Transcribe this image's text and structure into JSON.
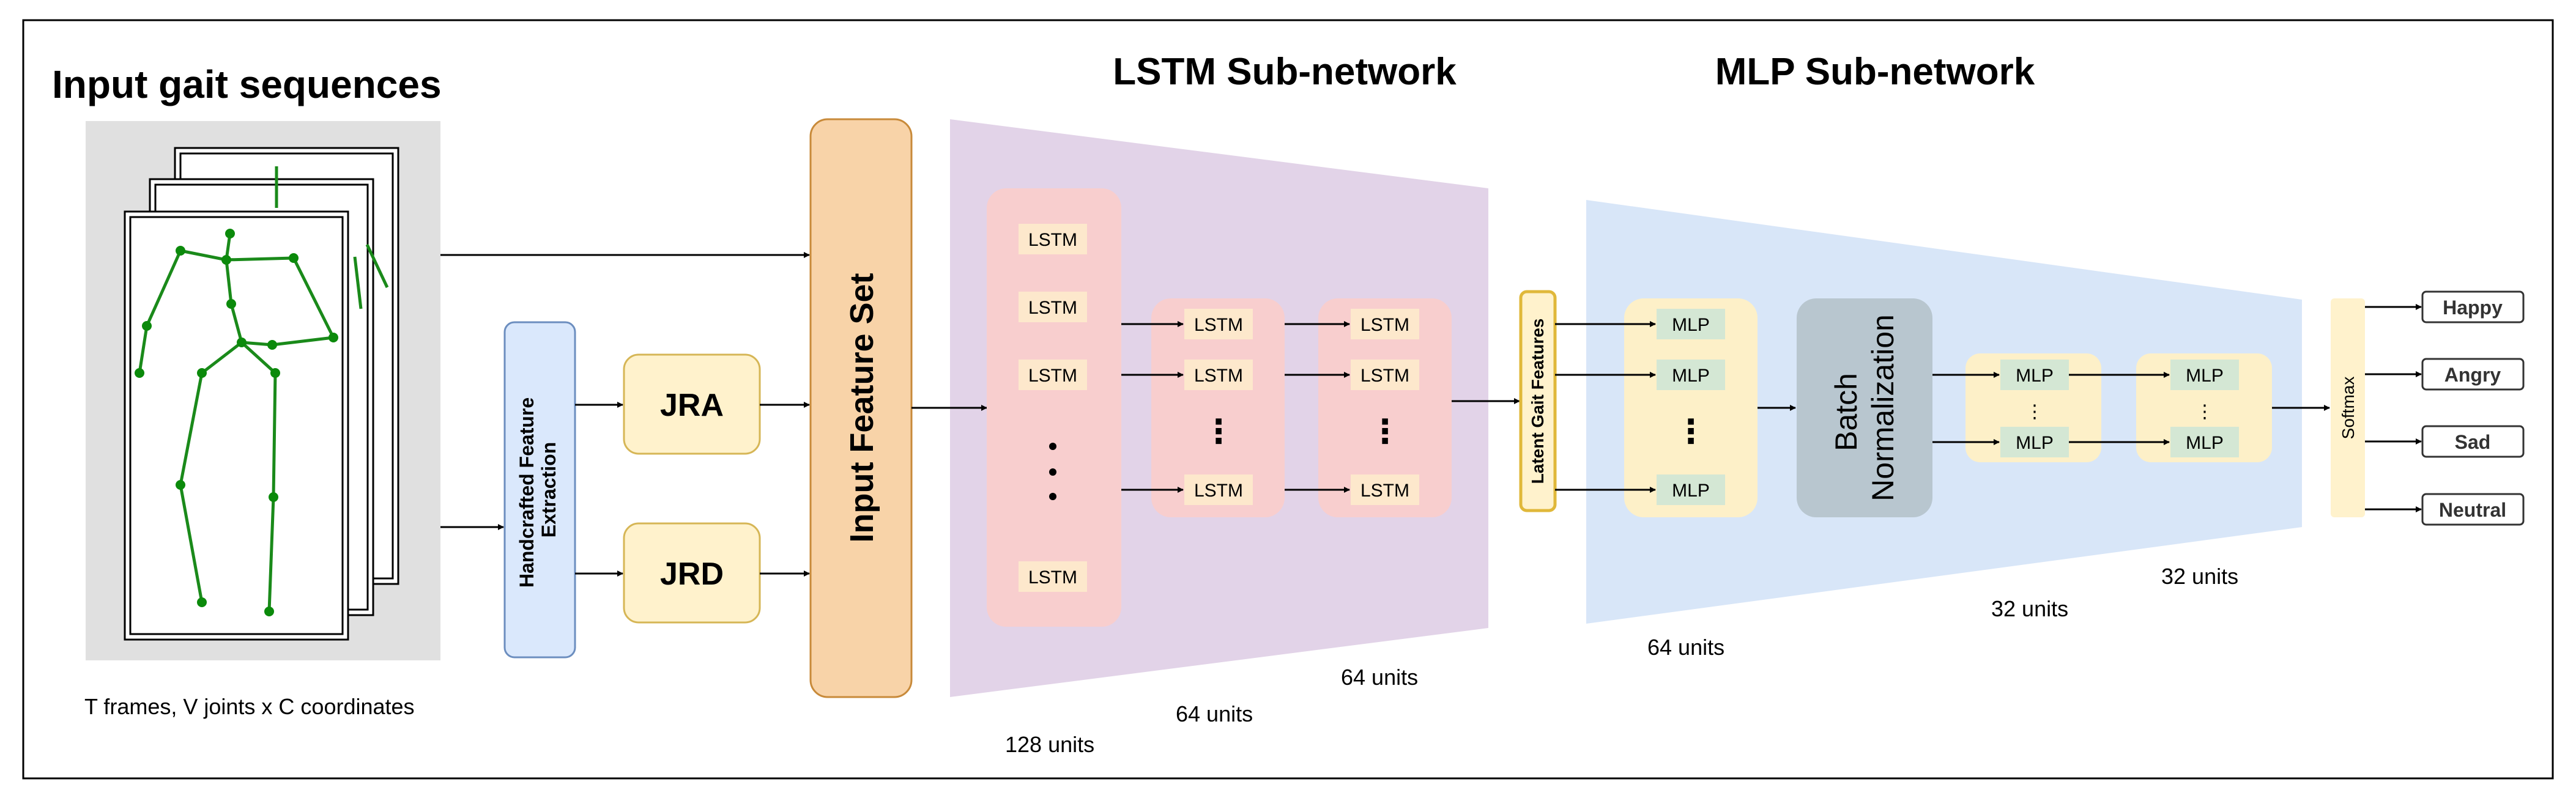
{
  "title": "Input gait sequences",
  "input_caption": "T frames, V joints x C coordinates",
  "handcrafted_label_line1": "Handcrafted Feature",
  "handcrafted_label_line2": "Extraction",
  "jra_label": "JRA",
  "jrd_label": "JRD",
  "input_feature_set_label": "Input Feature Set",
  "lstm_subnetwork_title": "LSTM Sub-network",
  "mlp_subnetwork_title": "MLP Sub-network",
  "lstm_cell_label": "LSTM",
  "mlp_cell_label": "MLP",
  "ellipsis": "⋮",
  "lstm_units_1": "128 units",
  "lstm_units_2": "64 units",
  "lstm_units_3": "64 units",
  "mlp_units_1": "64 units",
  "mlp_units_2": "32 units",
  "mlp_units_3": "32 units",
  "latent_label": "Latent Gait Features",
  "batchnorm_line1": "Batch",
  "batchnorm_line2": "Normalization",
  "softmax_label": "Softmax",
  "outputs": [
    "Happy",
    "Angry",
    "Sad",
    "Neutral"
  ],
  "colors": {
    "lstm_region": "#e2d3e8",
    "mlp_region": "#d8e6f8",
    "lstm_block": "#f8cece",
    "lstm_cell": "#fde8cc",
    "mlp_block": "#fdf0c8",
    "mlp_cell": "#d4e7d4",
    "input_feature": "#f8d3a8",
    "handcrafted": "#dae8fc",
    "jr_box": "#fff2cc",
    "batchnorm": "#b8c6cf",
    "skeleton": "#1a8a1a"
  }
}
